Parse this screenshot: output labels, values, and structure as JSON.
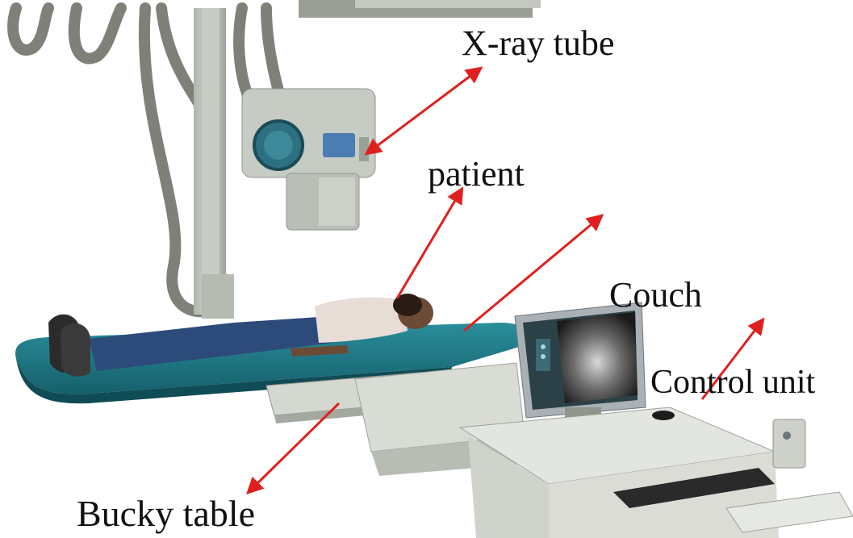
{
  "labels": {
    "xray_tube": "X-ray tube",
    "patient": "patient",
    "couch": "Couch",
    "control_unit": "Control unit",
    "bucky_table": "Bucky table"
  },
  "colors": {
    "arrow": "#e0201e",
    "couch_top": "#1f7f8c",
    "equipment": "#c9cdc6",
    "monitor_frame": "#a9b0b6",
    "jeans": "#2c4a7a"
  }
}
